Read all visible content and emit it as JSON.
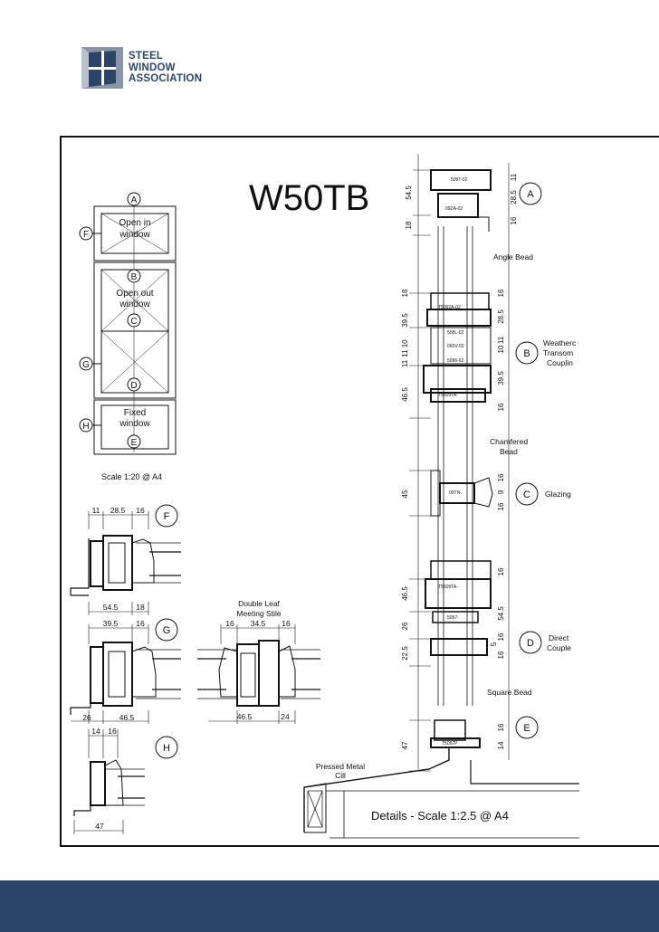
{
  "brand": {
    "line1": "STEEL",
    "line2": "WINDOW",
    "line3": "ASSOCIATION",
    "color": "#2d4469"
  },
  "title": "W50TB",
  "elevation": {
    "labels": {
      "open_in": [
        "Open in",
        "window"
      ],
      "open_out": [
        "Open out",
        "window"
      ],
      "fixed": [
        "Fixed",
        "window"
      ]
    },
    "markers": [
      "A",
      "B",
      "C",
      "D",
      "E",
      "F",
      "G",
      "H"
    ],
    "scale": "Scale 1:20 @ A4"
  },
  "section_f": {
    "marker": "F",
    "top_dims": [
      "11",
      "28.5",
      "16"
    ],
    "bottom_dims": [
      "54.5",
      "18"
    ]
  },
  "section_g": {
    "marker": "G",
    "top_dims": [
      "39.5",
      "16"
    ],
    "bottom_dims": [
      "26",
      "46.5"
    ]
  },
  "meeting_stile": {
    "label": [
      "Double Leaf",
      "Meeting Stile"
    ],
    "top_dims": [
      "16",
      "34.5",
      "16"
    ],
    "bottom_dims": [
      "46.5",
      "24"
    ]
  },
  "section_h": {
    "marker": "H",
    "top_dims": [
      "14",
      "16"
    ],
    "bottom_dims": [
      "47"
    ]
  },
  "vertical_section": {
    "left_dims": [
      "54.5",
      "18",
      "18",
      "39.5",
      "11 10",
      "11",
      "46.5",
      "45",
      "46.5",
      "26",
      "22.5",
      "47"
    ],
    "right_dims": [
      "11",
      "28.5",
      "16",
      "16",
      "28.5",
      "11",
      "10",
      "39.5",
      "16",
      "16",
      "9",
      "16",
      "16",
      "54.5",
      "16",
      "5",
      "16",
      "16",
      "14"
    ],
    "profile_codes": [
      "509T-02",
      "09ZA-02",
      "T5092A-02",
      "508L-02",
      "065V-02",
      "5096-02",
      "T5509TA-",
      "09TN-",
      "T5509TA-",
      "5097-",
      "T5097P"
    ],
    "callouts": {
      "A": "A",
      "B": "B",
      "C": "C",
      "D": "D",
      "E": "E"
    },
    "notes": {
      "angle_bead": "Angle Bead",
      "weather": [
        "Weatherc",
        "Transom",
        "Couplin"
      ],
      "chamfered": [
        "Chamfered",
        "Bead"
      ],
      "glazing": "Glazing",
      "direct": [
        "Direct",
        "Couple"
      ],
      "square_bead": "Square Bead",
      "pressed_cill": [
        "Pressed Metal",
        "Cill"
      ]
    },
    "details_scale": "Details - Scale 1:2.5 @ A4"
  },
  "colors": {
    "footer": "#2d4469",
    "ink": "#111111"
  }
}
